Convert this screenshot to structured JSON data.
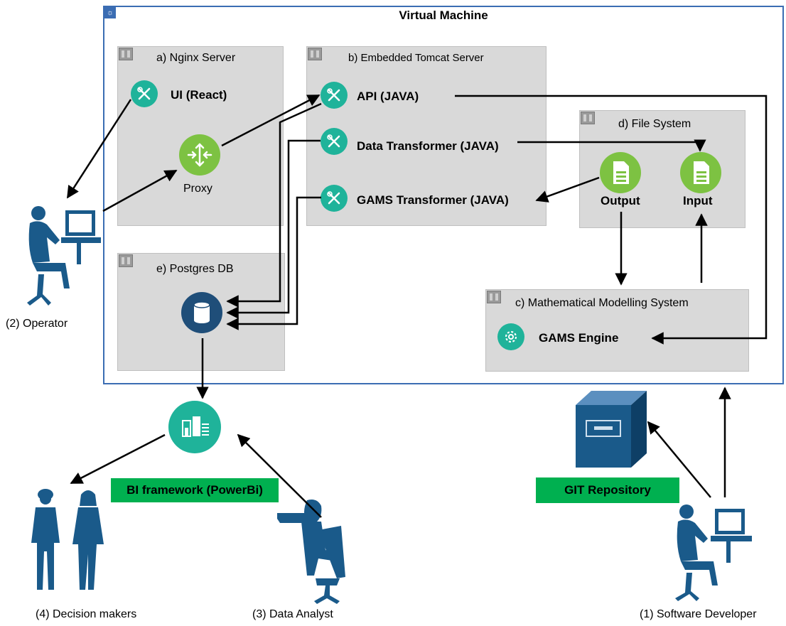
{
  "vm": {
    "title": "Virtual Machine"
  },
  "nginx": {
    "title": "a) Nginx Server",
    "ui_label": "UI (React)",
    "proxy_label": "Proxy"
  },
  "tomcat": {
    "title": "b) Embedded Tomcat Server",
    "api_label": "API (JAVA)",
    "data_transformer_label": "Data Transformer (JAVA)",
    "gams_transformer_label": "GAMS Transformer (JAVA)"
  },
  "filesystem": {
    "title": "d) File System",
    "output_label": "Output",
    "input_label": "Input"
  },
  "postgres": {
    "title": "e) Postgres DB"
  },
  "mms": {
    "title": "c) Mathematical Modelling System",
    "engine_label": "GAMS Engine"
  },
  "bi": {
    "label": "BI framework (PowerBi)"
  },
  "git": {
    "label": "GIT Repository"
  },
  "actors": {
    "operator": "(2) Operator",
    "decision_makers": "(4) Decision makers",
    "data_analyst": "(3) Data Analyst",
    "software_developer": "(1) Software Developer"
  },
  "colors": {
    "accent": "#1fb39a",
    "green": "#00b050",
    "lime": "#7dc242",
    "navy": "#1f4e79",
    "person": "#1a5a8a"
  }
}
